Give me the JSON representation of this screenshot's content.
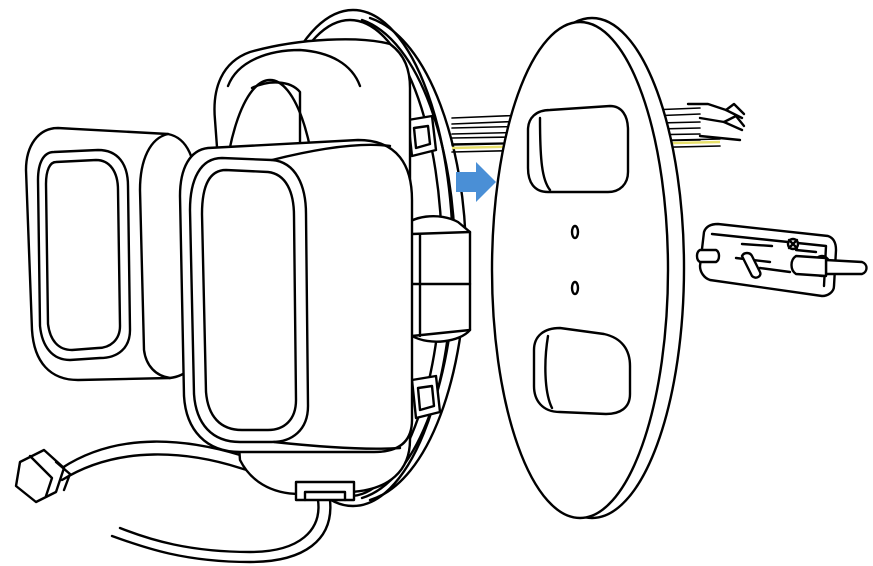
{
  "diagram": {
    "colors": {
      "outline": "#000000",
      "fill": "#ffffff",
      "arrow": "#4a8fd6",
      "wire_yellow": "#e8e06a"
    },
    "icons": {
      "direction_arrow": "right-arrow-icon"
    },
    "parts": [
      "rear-speaker-cushion",
      "front-speaker-unit",
      "mounting-ring",
      "wall-mount-plate",
      "mounting-bracket",
      "connection-cable",
      "wire-bundle"
    ]
  }
}
